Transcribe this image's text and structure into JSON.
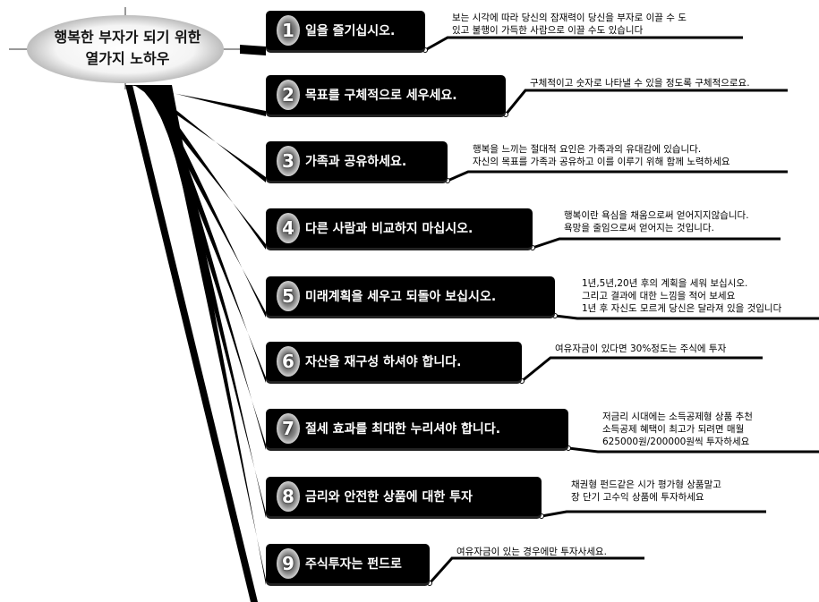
{
  "title": {
    "line1": "행복한 부자가 되기 위한",
    "line2": "열가지 노하우"
  },
  "items": [
    {
      "number": "1",
      "label": "일을 즐기십시오.",
      "note": [
        "보는 시각에 따라 당신의 잠재력이 당신을 부자로 이끌 수 도",
        "있고 불행이 가득한 사람으로 이끌 수도 있습니다"
      ]
    },
    {
      "number": "2",
      "label": "목표를 구체적으로 세우세요.",
      "note": [
        "구체적이고 숫자로 나타낼 수 있을 정도록 구체적으로요."
      ]
    },
    {
      "number": "3",
      "label": "가족과 공유하세요.",
      "note": [
        "행복을 느끼는 절대적 요인은 가족과의 유대감에 있습니다.",
        "자신의 목표를 가족과 공유하고 이를 이루기 위해 함께 노력하세요"
      ]
    },
    {
      "number": "4",
      "label": "다른 사람과 비교하지 마십시오.",
      "note": [
        "행복이란 욕심을 채움으로써 얻어지지않습니다.",
        "욕망을 줄임으로써 얻어지는 것입니다."
      ]
    },
    {
      "number": "5",
      "label": "미래계획을 세우고 되돌아 보십시오.",
      "note": [
        "1년,5년,20년 후의 계획을 세워 보십시오.",
        "그리고 결과에 대한 느낌을 적어 보세요",
        "1년 후 자신도 모르게 당신은 달라져 있을 것입니다"
      ]
    },
    {
      "number": "6",
      "label": "자산을 재구성 하셔야 합니다.",
      "note": [
        "여유자금이 있다면 30%정도는 주식에 투자"
      ]
    },
    {
      "number": "7",
      "label": "절세 효과를 최대한 누리셔야 합니다.",
      "note": [
        "저금리 시대에는 소득공제형 상품 추천",
        "소득공제 혜택이 최고가 되려면 매월",
        "625000원/200000원씩 투자하세요"
      ]
    },
    {
      "number": "8",
      "label": "금리와 안전한 상품에 대한 투자",
      "note": [
        "채권형 펀드같은 시가 평가형 상품말고",
        "장 단기 고수익 상품에 투자하세요"
      ]
    },
    {
      "number": "9",
      "label": "주식투자는 펀드로",
      "note": [
        "여유자금이 있는 경우에만 투자사세요."
      ]
    }
  ]
}
